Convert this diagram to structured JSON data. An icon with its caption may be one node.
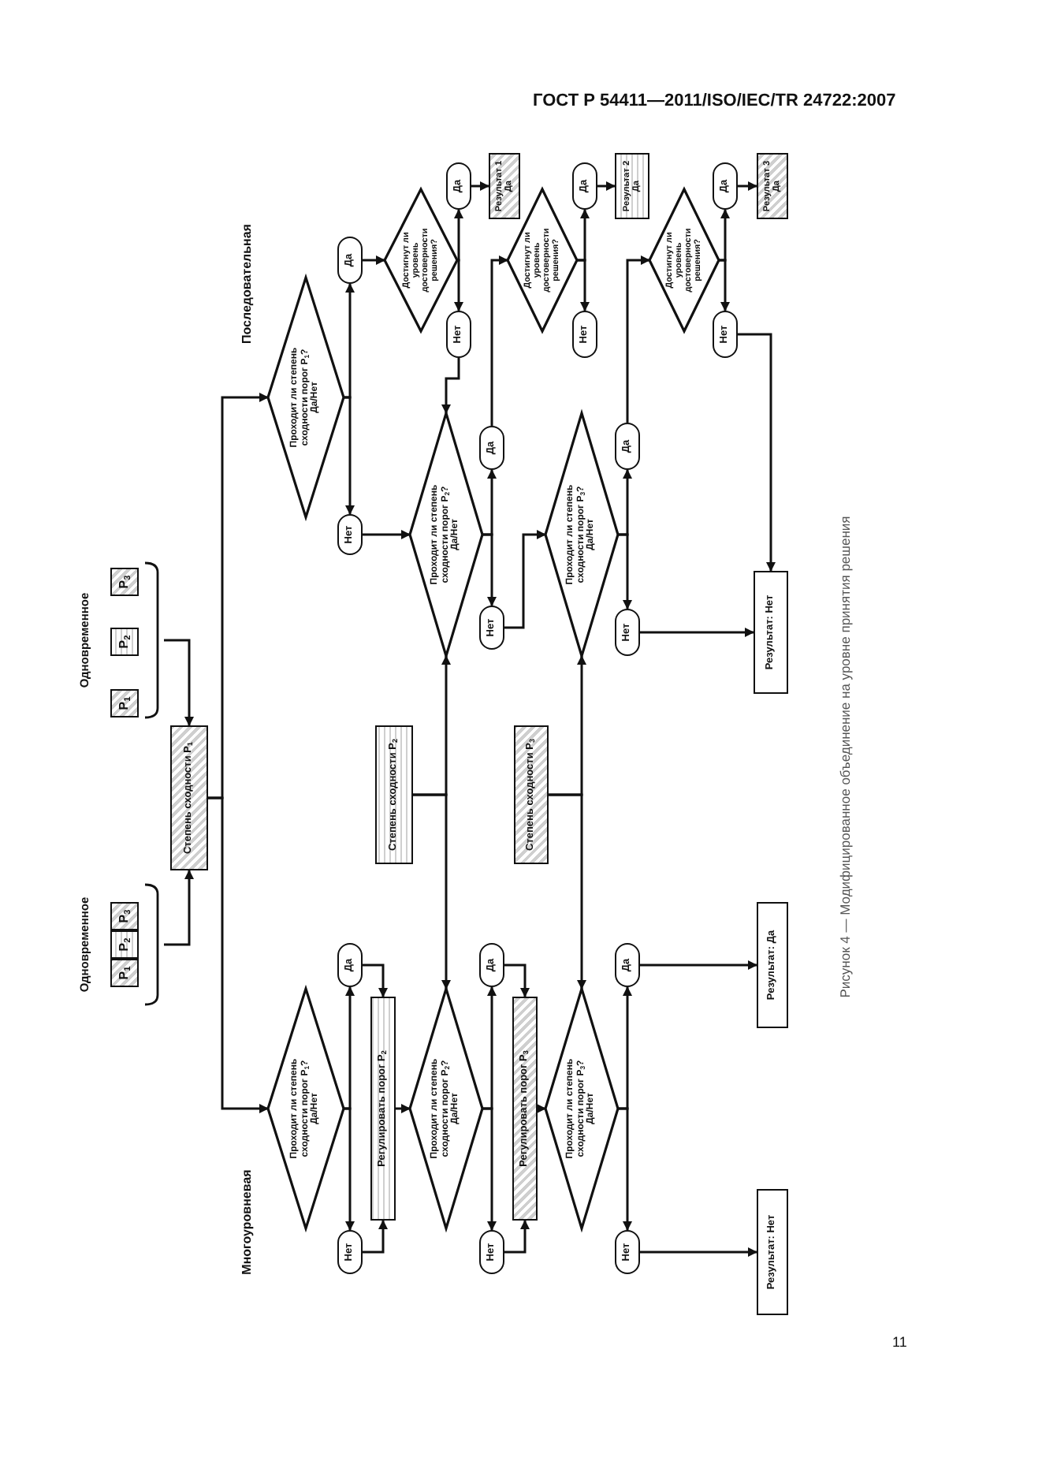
{
  "diagram": {
    "caption": "Рисунок 4 — Модифицированное объединение на уровне принятия решения",
    "nodes": [
      {
        "text": [
          "Одновременное"
        ]
      },
      {
        "text": [
          "P$_{1}$"
        ],
        "in": 0
      },
      {
        "text": [
          "P$_{2}$"
        ],
        "in": 0
      },
      {
        "text": [
          "P$_{3}$"
        ],
        "in": 0
      },
      {
        "text": [
          "Одновременное"
        ]
      },
      {
        "text": [
          "P$_{1}$"
        ],
        "in": 4
      },
      {
        "text": [
          "P$_{2}$"
        ],
        "in": 4
      },
      {
        "text": [
          "P$_{3}$"
        ],
        "in": 4
      },
      {
        "text": [
          "Степень сходности P$_{1}$"
        ]
      },
      {
        "text": [
          "Проходит ли степень сходности порог P$_{1}$?",
          "Да/Нет"
        ]
      },
      {
        "text": [
          "Да"
        ]
      },
      {
        "text": [
          "Нет"
        ]
      },
      {
        "text": [
          "Достигнут ли уровень достоверности решения?"
        ]
      },
      {
        "text": [
          "Да"
        ]
      },
      {
        "text": [
          "Нет"
        ]
      },
      {
        "text": [
          "Результат 1 Да"
        ]
      },
      {
        "text": [
          "Проходит ли степень сходности порог P$_{2}$?",
          "Да/Нет"
        ]
      },
      {
        "text": [
          "Да"
        ]
      },
      {
        "text": [
          "Нет"
        ]
      },
      {
        "text": [
          "Достигнут ли уровень достоверности решения?"
        ]
      },
      {
        "text": [
          "Да"
        ]
      },
      {
        "text": [
          "Нет"
        ]
      },
      {
        "text": [
          "Результат 2 Да"
        ]
      },
      {
        "text": [
          "Проходит ли степень сходности порог P$_{3}$?",
          "Да/Нет"
        ]
      },
      {
        "text": [
          "Да"
        ]
      },
      {
        "text": [
          "Нет"
        ]
      },
      {
        "text": [
          "Достигнут ли уровень достоверности решения?"
        ]
      },
      {
        "text": [
          "Да"
        ]
      },
      {
        "text": [
          "Нет"
        ]
      },
      {
        "text": [
          "Результат 3 Да"
        ]
      },
      {
        "text": [
          "Результат: Нет"
        ]
      },
      {
        "text": [
          "Степень сходности P$_{2}$"
        ]
      },
      {
        "text": [
          "Степень сходности P$_{3}$"
        ]
      },
      {
        "text": [
          "Проходит ли степень сходности порог P$_{1}$?",
          "Да/Нет"
        ]
      },
      {
        "text": [
          "Да"
        ]
      },
      {
        "text": [
          "Нет"
        ]
      },
      {
        "text": [
          "Регулировать порог P$_{2}$"
        ]
      },
      {
        "text": [
          "Проходит ли степень сходности порог P$_{2}$?",
          "Да/Нет"
        ]
      },
      {
        "text": [
          "Да"
        ]
      },
      {
        "text": [
          "Нет"
        ]
      },
      {
        "text": [
          "Регулировать порог P$_{3}$"
        ]
      },
      {
        "text": [
          "Проходит ли степень сходности порог P$_{3}$?",
          "Да/Нет"
        ]
      },
      {
        "text": [
          "Да"
        ]
      },
      {
        "text": [
          "Нет"
        ]
      },
      {
        "text": [
          "Результат: Да"
        ]
      },
      {
        "text": [
          "Результат: Нет"
        ]
      }
    ],
    "edges": [
      {
        "from": 0,
        "to": 8,
        "arrow": "to"
      },
      {
        "from": 4,
        "to": 8,
        "arrow": "to"
      },
      {
        "from": 8,
        "to": 9,
        "arrow": "to"
      },
      {
        "from": 8,
        "to": 33,
        "arrow": "to"
      },
      {
        "from": 9,
        "to": 10,
        "arrow": "to"
      },
      {
        "from": 9,
        "to": 11,
        "arrow": "to"
      },
      {
        "from": 10,
        "to": 12,
        "arrow": "to"
      },
      {
        "from": 12,
        "to": 13,
        "arrow": "to"
      },
      {
        "from": 12,
        "to": 14,
        "arrow": "to"
      },
      {
        "from": 13,
        "to": 15,
        "arrow": "to"
      },
      {
        "from": 14,
        "to": 16,
        "arrow": "to"
      },
      {
        "from": 11,
        "to": 16,
        "arrow": "to"
      },
      {
        "from": 16,
        "to": 17,
        "arrow": "to"
      },
      {
        "from": 16,
        "to": 18,
        "arrow": "to"
      },
      {
        "from": 17,
        "to": 19,
        "arrow": "to"
      },
      {
        "from": 19,
        "to": 20,
        "arrow": "to"
      },
      {
        "from": 19,
        "to": 21,
        "arrow": "to"
      },
      {
        "from": 20,
        "to": 22,
        "arrow": "to"
      },
      {
        "from": 18,
        "to": 23,
        "arrow": "to"
      },
      {
        "from": 23,
        "to": 24,
        "arrow": "to"
      },
      {
        "from": 23,
        "to": 25,
        "arrow": "to"
      },
      {
        "from": 24,
        "to": 26,
        "arrow": "to"
      },
      {
        "from": 26,
        "to": 27,
        "arrow": "to"
      },
      {
        "from": 26,
        "to": 28,
        "arrow": "to"
      },
      {
        "from": 27,
        "to": 29,
        "arrow": "to"
      },
      {
        "from": 28,
        "to": 30,
        "arrow": "to"
      },
      {
        "from": 25,
        "to": 30,
        "arrow": "to"
      },
      {
        "from": 31,
        "to": 16,
        "arrow": "to"
      },
      {
        "from": 31,
        "to": 37,
        "arrow": "to"
      },
      {
        "from": 32,
        "to": 23,
        "arrow": "to"
      },
      {
        "from": 32,
        "to": 41,
        "arrow": "to"
      },
      {
        "from": 33,
        "to": 34,
        "arrow": "to"
      },
      {
        "from": 33,
        "to": 35,
        "arrow": "to"
      },
      {
        "from": 34,
        "to": 36,
        "arrow": "to"
      },
      {
        "from": 35,
        "to": 36,
        "arrow": "to"
      },
      {
        "from": 36,
        "to": 37,
        "arrow": "to"
      },
      {
        "from": 37,
        "to": 38,
        "arrow": "to"
      },
      {
        "from": 37,
        "to": 39,
        "arrow": "to"
      },
      {
        "from": 38,
        "to": 40,
        "arrow": "to"
      },
      {
        "from": 39,
        "to": 40,
        "arrow": "to"
      },
      {
        "from": 40,
        "to": 41,
        "arrow": "to"
      },
      {
        "from": 41,
        "to": 42,
        "arrow": "to"
      },
      {
        "from": 41,
        "to": 43,
        "arrow": "to"
      },
      {
        "from": 42,
        "to": 44,
        "arrow": "to"
      },
      {
        "from": 43,
        "to": 45,
        "arrow": "to"
      }
    ],
    "labels": [
      "ГОСТ Р 54411—2011/ISO/IEC/TR 24722:2007",
      "Последовательная",
      "Многоуровневая",
      "11"
    ]
  }
}
